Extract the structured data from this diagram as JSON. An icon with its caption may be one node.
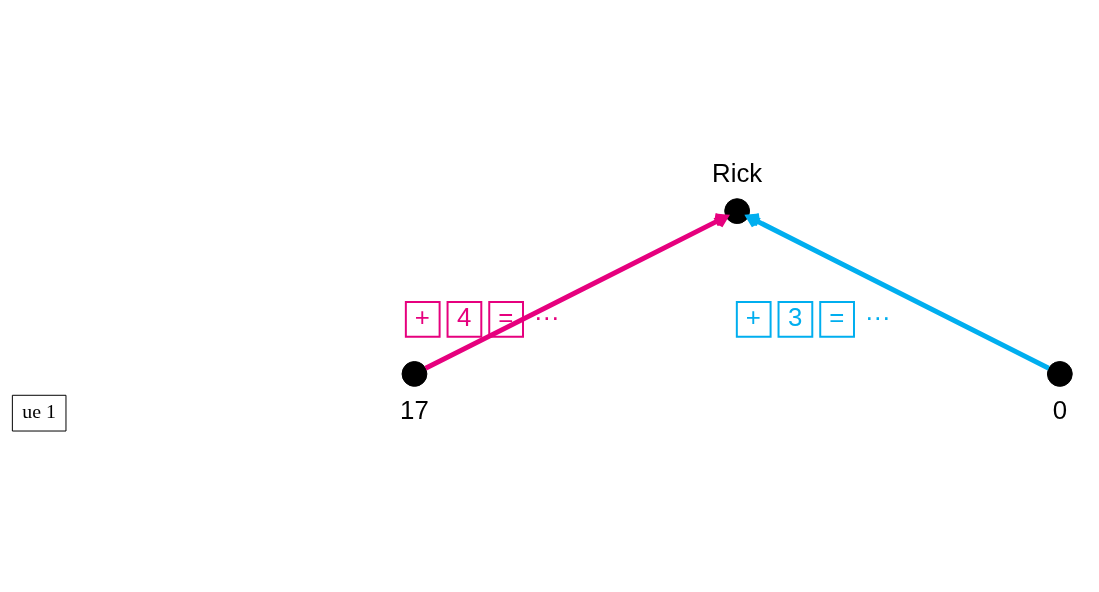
{
  "diagram": {
    "nodes": [
      {
        "text": [
          "ue 1"
        ]
      },
      {
        "text": [],
        "shape": "circle",
        "beside": [
          "Rick"
        ]
      },
      {
        "text": [],
        "shape": "circle",
        "beside": [
          "17"
        ]
      },
      {
        "text": [],
        "shape": "circle",
        "beside": [
          "0"
        ]
      }
    ],
    "edges": [
      {
        "from": 2,
        "to": 1,
        "arrow": "to",
        "label": "+ 4 = ···",
        "color": "#e6007e"
      },
      {
        "from": 3,
        "to": 1,
        "arrow": "to",
        "label": "+ 3 = ···",
        "color": "#00aeef"
      }
    ]
  }
}
